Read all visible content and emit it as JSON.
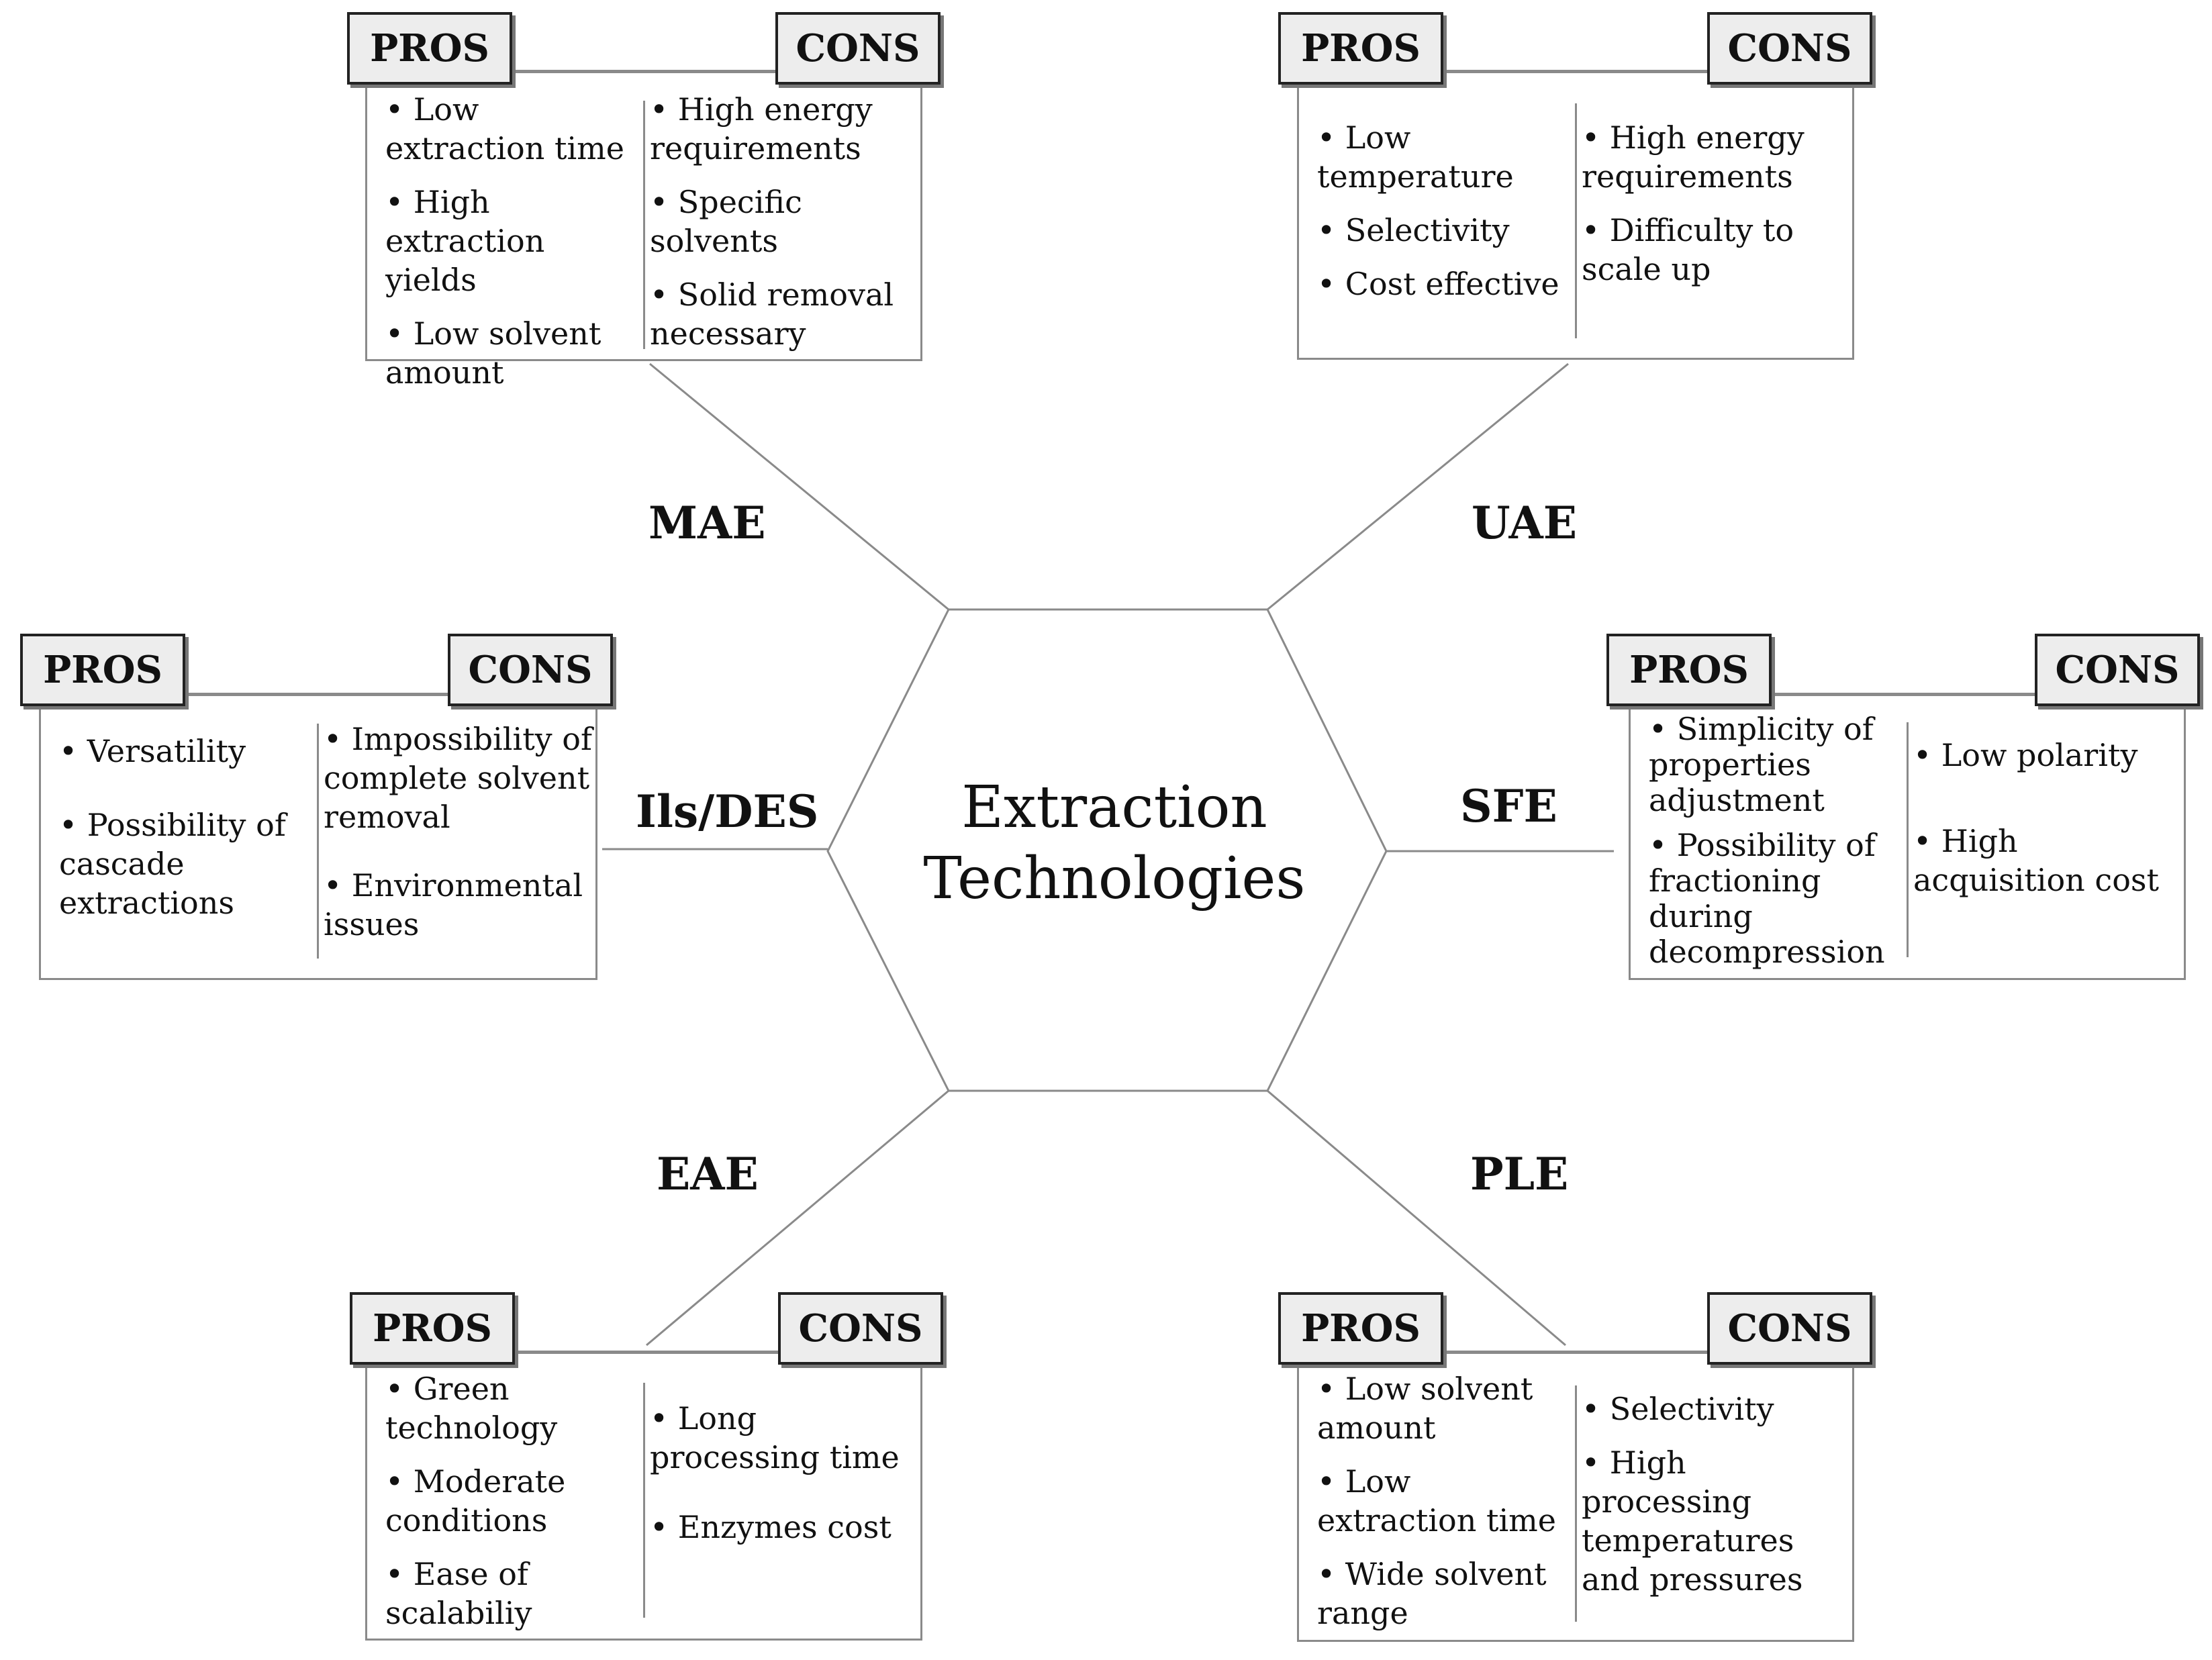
{
  "center": {
    "line1": "Extraction",
    "line2": "Technologies"
  },
  "tags": {
    "pros": "PROS",
    "cons": "CONS"
  },
  "technologies": {
    "mae": {
      "label": "MAE",
      "pros": [
        "• Low extraction time",
        "• High extraction yields",
        "• Low solvent amount"
      ],
      "cons": [
        "• High energy requirements",
        "• Specific solvents",
        "• Solid removal necessary"
      ]
    },
    "uae": {
      "label": "UAE",
      "pros": [
        "• Low temperature",
        "• Selectivity",
        "• Cost effective"
      ],
      "cons": [
        "• High energy requirements",
        "• Difficulty to scale up"
      ]
    },
    "ils": {
      "label": "Ils/DES",
      "pros": [
        "• Versatility",
        "• Possibility of cascade extractions"
      ],
      "cons": [
        "• Impossibility of complete solvent removal",
        "• Environmental issues"
      ]
    },
    "sfe": {
      "label": "SFE",
      "pros": [
        "• Simplicity of properties adjustment",
        "• Possibility of fractioning during decompression"
      ],
      "cons": [
        "• Low polarity",
        "• High acquisition cost"
      ]
    },
    "eae": {
      "label": "EAE",
      "pros": [
        "• Green technology",
        "• Moderate conditions",
        "• Ease of scalabiliy"
      ],
      "cons": [
        "• Long processing time",
        "• Enzymes cost"
      ]
    },
    "ple": {
      "label": "PLE",
      "pros": [
        "• Low solvent amount",
        "• Low extraction time",
        "• Wide solvent range"
      ],
      "cons": [
        "• Selectivity",
        "• High processing temperatures and pressures"
      ]
    }
  }
}
